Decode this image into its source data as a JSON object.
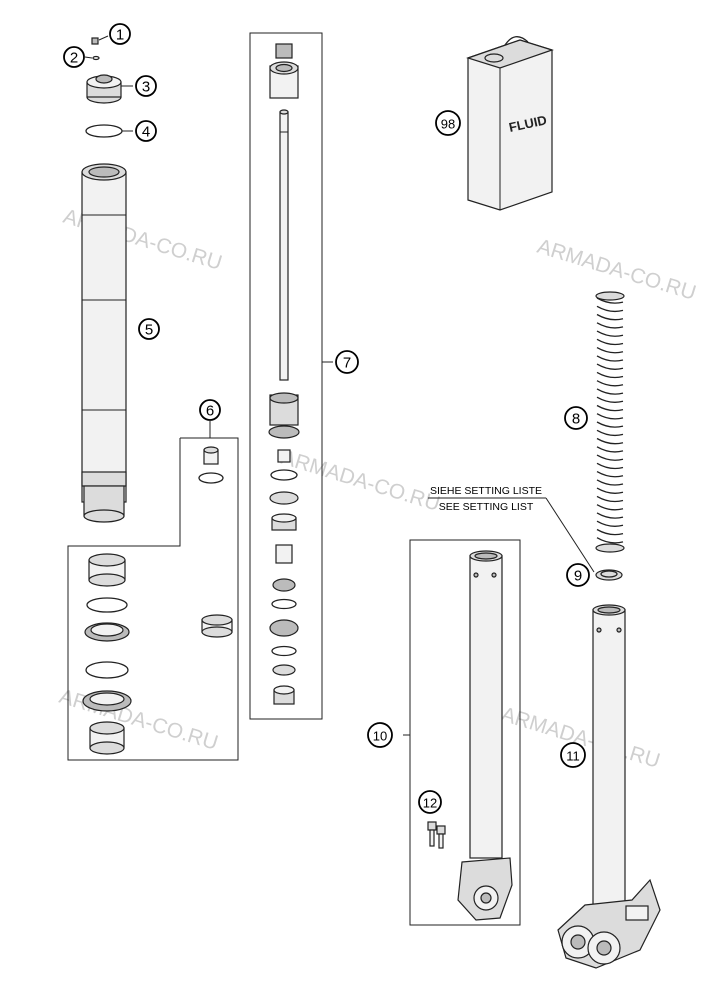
{
  "callouts": [
    "1",
    "2",
    "3",
    "4",
    "5",
    "6",
    "7",
    "8",
    "9",
    "10",
    "11",
    "12",
    "98"
  ],
  "note": {
    "line1": "SIEHE SETTING LISTE",
    "line2": "SEE SETTING LIST"
  },
  "fluid_label": "FLUID",
  "watermark": "ARMADA-CO.RU"
}
